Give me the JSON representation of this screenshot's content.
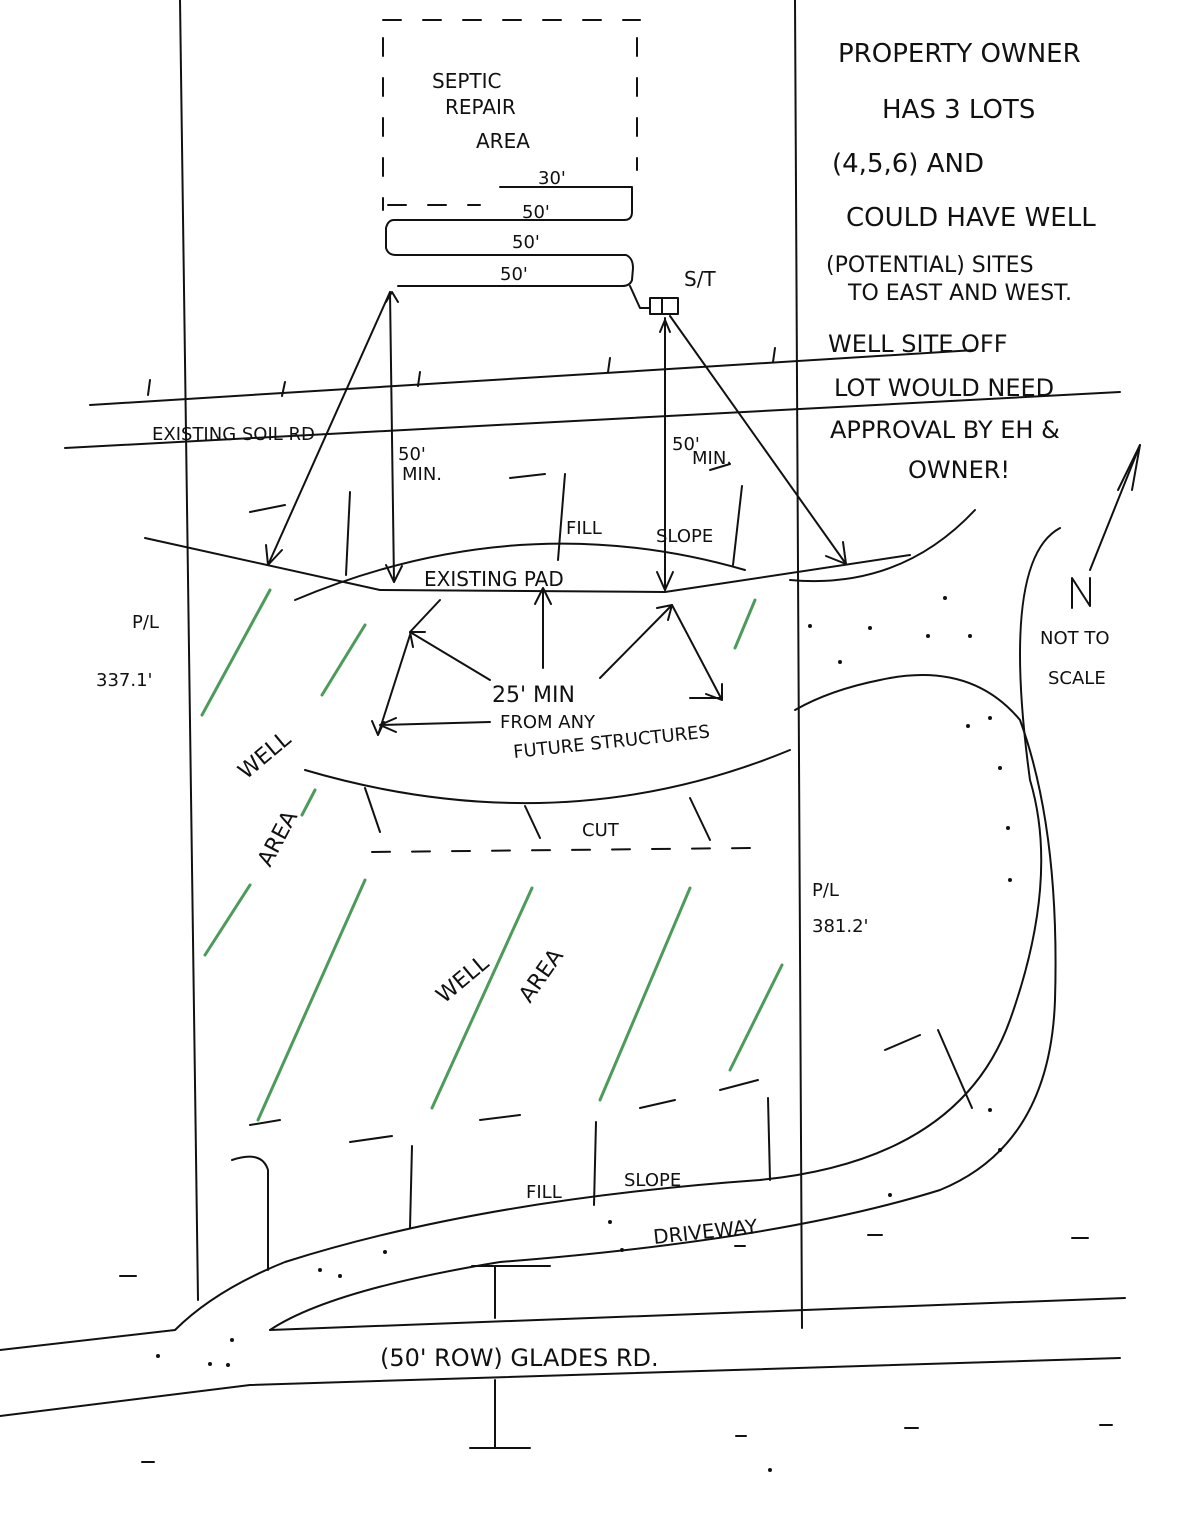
{
  "septic": {
    "line1": "SEPTIC",
    "line2": "REPAIR",
    "line3": "AREA",
    "dim_30": "30'",
    "dim_50a": "50'",
    "dim_50b": "50'",
    "dim_50c": "50'",
    "tank": "S/T"
  },
  "notes": {
    "line1": "PROPERTY OWNER",
    "line2": "HAS 3 LOTS",
    "line3": "(4,5,6) AND",
    "line4": "COULD HAVE WELL",
    "line5": "(POTENTIAL) SITES",
    "line6": "TO EAST AND WEST.",
    "line7": "WELL SITE OFF",
    "line8": "LOT WOULD NEED",
    "line9": "APPROVAL BY EH &",
    "line10": "OWNER!"
  },
  "labels": {
    "existing_soil_rd": "EXISTING SOIL RD",
    "min_left_a": "50'",
    "min_left_b": "MIN.",
    "min_right_a": "50'",
    "min_right_b": "MIN.",
    "fill_slope_top_a": "FILL",
    "fill_slope_top_b": "SLOPE",
    "existing_pad": "EXISTING PAD",
    "pl_left_a": "P/L",
    "pl_left_b": "337.1'",
    "pl_right_a": "P/L",
    "pl_right_b": "381.2'",
    "min25_a": "25' MIN",
    "min25_b": "FROM ANY",
    "min25_c": "FUTURE STRUCTURES",
    "well_area_left_a": "WELL",
    "well_area_left_b": "AREA",
    "well_area_center_a": "WELL",
    "well_area_center_b": "AREA",
    "cut": "CUT",
    "fill_slope_bottom_a": "FILL",
    "fill_slope_bottom_b": "SLOPE",
    "driveway": "DRIVEWAY",
    "road": "(50' ROW) GLADES RD.",
    "north": "N",
    "not_to_scale_a": "NOT TO",
    "not_to_scale_b": "SCALE"
  },
  "colors": {
    "ink": "#111111",
    "well_hatch": "#2e8a3e",
    "paper": "#ffffff"
  }
}
